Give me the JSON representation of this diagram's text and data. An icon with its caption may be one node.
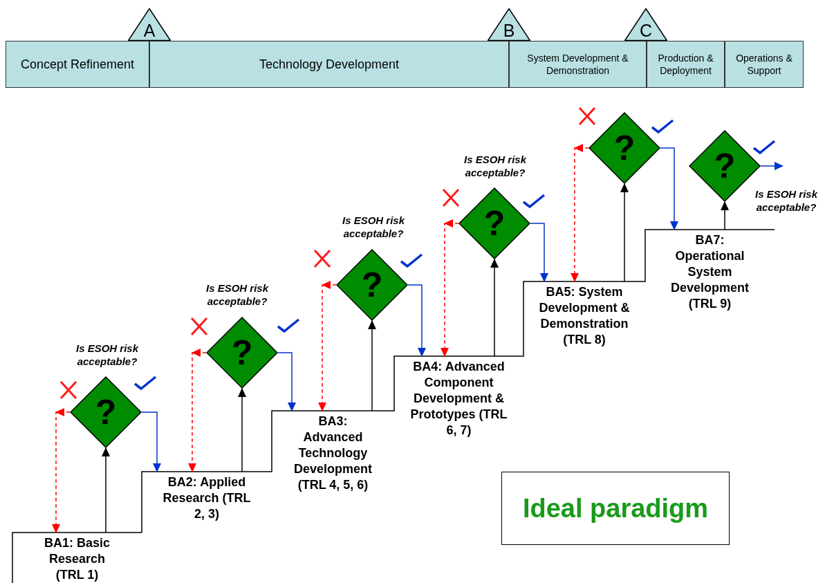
{
  "diagram": {
    "nodes": [
      {
        "text": [
          "Concept Refinement"
        ]
      },
      {
        "text": [
          "Technology Development"
        ]
      },
      {
        "text": [
          "System Development & Demonstration"
        ]
      },
      {
        "text": [
          "Production & Deployment"
        ]
      },
      {
        "text": [
          "Operations & Support"
        ]
      },
      {
        "text": [
          "A"
        ]
      },
      {
        "text": [
          "B"
        ]
      },
      {
        "text": [
          "C"
        ]
      },
      {
        "text": [
          "BA1: Basic Research (TRL 1)"
        ]
      },
      {
        "text": [
          "BA2: Applied Research (TRL 2, 3)"
        ]
      },
      {
        "text": [
          "BA3: Advanced Technology Development (TRL 4, 5, 6)"
        ]
      },
      {
        "text": [
          "BA4: Advanced Component Development & Prototypes (TRL 6, 7)"
        ]
      },
      {
        "text": [
          "BA5: System Development & Demonstration (TRL 8)"
        ]
      },
      {
        "text": [
          "BA7: Operational System Development (TRL 9)"
        ]
      },
      {
        "text": [
          "?"
        ],
        "beside": [
          "Is ESOH risk acceptable?"
        ]
      },
      {
        "text": [
          "?"
        ],
        "beside": [
          "Is ESOH risk acceptable?"
        ]
      },
      {
        "text": [
          "?"
        ],
        "beside": [
          "Is ESOH risk acceptable?"
        ]
      },
      {
        "text": [
          "?"
        ],
        "beside": [
          "Is ESOH risk acceptable?"
        ]
      },
      {
        "text": [
          "?"
        ]
      },
      {
        "text": [
          "?"
        ],
        "beside": [
          "Is ESOH risk acceptable?"
        ]
      },
      {
        "text": [
          "Ideal paradigm"
        ]
      }
    ],
    "edges": [
      {
        "from": 8,
        "to": 14,
        "arrow": "to"
      },
      {
        "from": 14,
        "to": 8,
        "arrow": "to",
        "style": "dashed",
        "color": "#ff0000"
      },
      {
        "from": 14,
        "to": 9,
        "arrow": "to",
        "color": "#0033cc"
      },
      {
        "from": 9,
        "to": 15,
        "arrow": "to"
      },
      {
        "from": 15,
        "to": 9,
        "arrow": "to",
        "style": "dashed",
        "color": "#ff0000"
      },
      {
        "from": 15,
        "to": 10,
        "arrow": "to",
        "color": "#0033cc"
      },
      {
        "from": 10,
        "to": 16,
        "arrow": "to"
      },
      {
        "from": 16,
        "to": 10,
        "arrow": "to",
        "style": "dashed",
        "color": "#ff0000"
      },
      {
        "from": 16,
        "to": 11,
        "arrow": "to",
        "color": "#0033cc"
      },
      {
        "from": 11,
        "to": 17,
        "arrow": "to"
      },
      {
        "from": 17,
        "to": 11,
        "arrow": "to",
        "style": "dashed",
        "color": "#ff0000"
      },
      {
        "from": 17,
        "to": 12,
        "arrow": "to",
        "color": "#0033cc"
      },
      {
        "from": 12,
        "to": 18,
        "arrow": "to"
      },
      {
        "from": 18,
        "to": 12,
        "arrow": "to",
        "style": "dashed",
        "color": "#ff0000"
      },
      {
        "from": 18,
        "to": 13,
        "arrow": "to",
        "color": "#0033cc"
      },
      {
        "from": 13,
        "to": 19,
        "arrow": "to"
      },
      {
        "from": 19,
        "to": null,
        "arrow": "to",
        "color": "#0033cc"
      }
    ]
  }
}
